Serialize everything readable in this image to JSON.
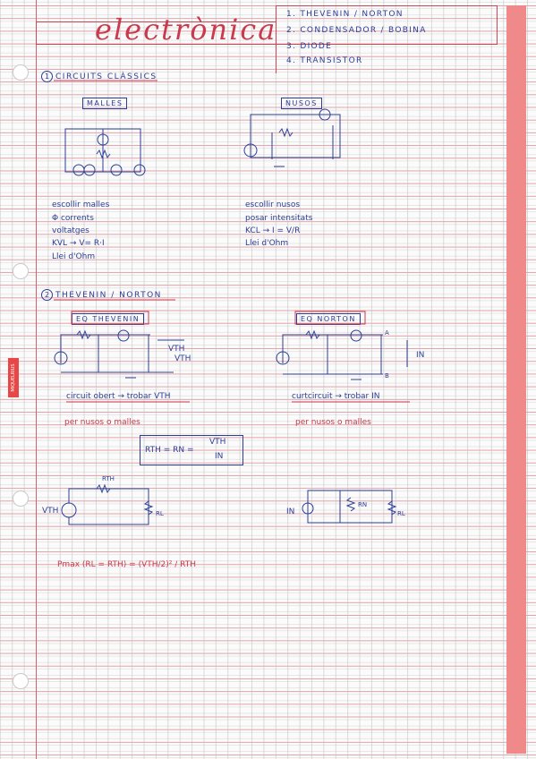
{
  "title": "electrònica",
  "toc": [
    "1. THEVENIN / NORTON",
    "2. CONDENSADOR / BOBINA",
    "3. DIODE",
    "4. TRANSISTOR"
  ],
  "brand": "MIQUELRIUS",
  "section1": {
    "number": "1",
    "heading": "CIRCUITS CLÀSSICS",
    "malles_label": "MALLES",
    "nusos_label": "NUSOS",
    "malles_notes": [
      "escollir malles",
      "Φ corrents",
      "voltatges",
      "KVL → V= R·I",
      "Llei d'Ohm"
    ],
    "nusos_notes": [
      "escollir nusos",
      "posar intensitats",
      "KCL → I = V/R",
      "Llei d'Ohm"
    ]
  },
  "section2": {
    "number": "2",
    "heading": "THEVENIN / NORTON",
    "thevenin_label": "EQ THEVENIN",
    "norton_label": "EQ NORTON",
    "thevenin_note": "circuit obert → trobar VTH",
    "norton_note": "curtcircuit → trobar IN",
    "thevenin_method": "per nusos o malles",
    "norton_method": "per nusos o malles",
    "formula_left": "RTH = RN =",
    "formula_num": "VTH",
    "formula_den": "IN",
    "vth": "VTH",
    "rth": "RTH",
    "rl": "RL",
    "in": "IN",
    "rn": "RN",
    "a": "A",
    "b": "B",
    "power_formula": "Pmax (RL = RTH) = (VTH/2)² / RTH"
  }
}
